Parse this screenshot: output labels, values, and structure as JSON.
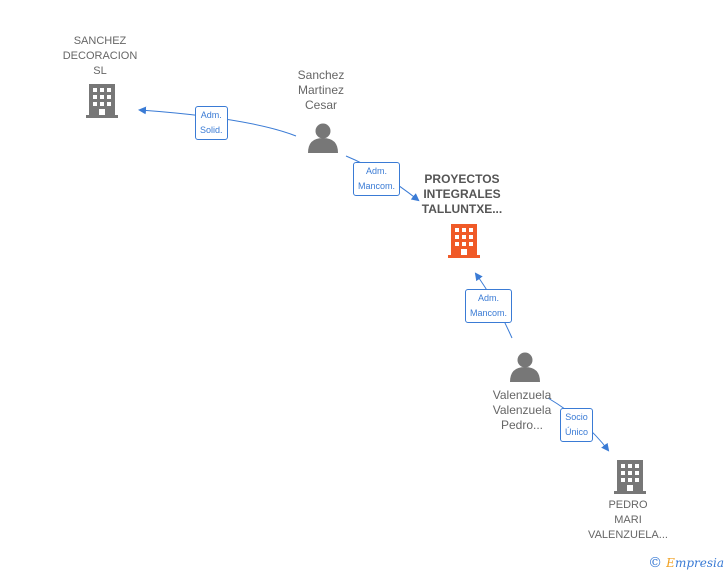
{
  "nodes": {
    "sanchez_decoracion": {
      "lines": [
        "SANCHEZ",
        "DECORACION",
        "SL"
      ],
      "icon": "building-icon",
      "color": "#777777"
    },
    "sanchez_martinez": {
      "lines": [
        "Sanchez",
        "Martinez",
        "Cesar"
      ],
      "icon": "person-icon",
      "color": "#777777"
    },
    "proyectos": {
      "lines": [
        "PROYECTOS",
        "INTEGRALES",
        "TALLUNTXE..."
      ],
      "icon": "building-icon",
      "color": "#f05a28"
    },
    "valenzuela": {
      "lines": [
        "Valenzuela",
        "Valenzuela",
        "Pedro..."
      ],
      "icon": "person-icon",
      "color": "#777777"
    },
    "pedro_mari": {
      "lines": [
        "PEDRO",
        "MARI",
        "VALENZUELA..."
      ],
      "icon": "building-icon",
      "color": "#777777"
    }
  },
  "edges": {
    "e1": {
      "lines": [
        "Adm.",
        "Solid."
      ]
    },
    "e2": {
      "lines": [
        "Adm.",
        "Mancom."
      ]
    },
    "e3": {
      "lines": [
        "Adm.",
        "Mancom."
      ]
    },
    "e4": {
      "lines": [
        "Socio",
        "Único"
      ]
    }
  },
  "colors": {
    "edge": "#3a7bd5",
    "node": "#777777",
    "focus": "#f05a28"
  },
  "watermark": {
    "copyright": "©",
    "brand_first": "E",
    "brand_rest": "mpresia"
  }
}
